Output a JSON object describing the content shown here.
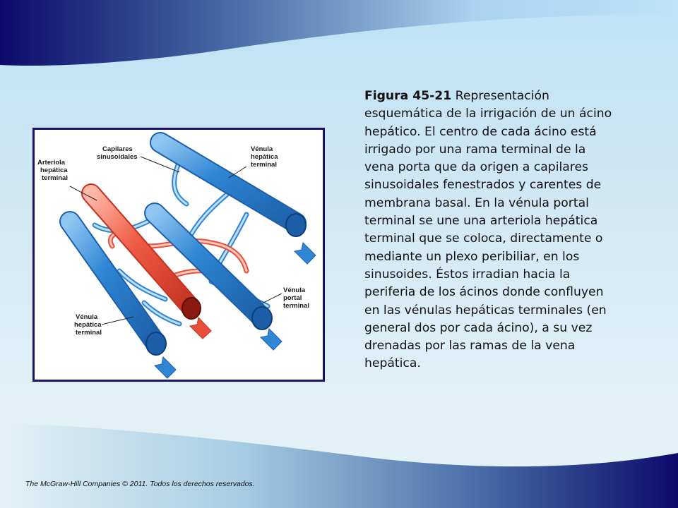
{
  "slide": {
    "caption": {
      "label": "Figura 45-21",
      "text": " Representación esquemática de la irrigación de un ácino hepático. El centro de cada ácino está irrigado por una rama terminal de la vena porta que da origen a capilares sinusoidales fenestrados y carentes de membrana basal. En la vénula portal terminal se une una arteriola hepática terminal que se coloca, directamente o mediante un plexo peribiliar, en los sinusoides. Éstos irradian hacia la periferia de los ácinos donde confluyen en las vénulas hepáticas terminales (en general dos por cada ácino), a su vez drenadas por las ramas de la vena hepática."
    },
    "figure": {
      "labels": {
        "capilares_1": "Capilares",
        "capilares_2": "sinusoidales",
        "arteriola_1": "Arteriola",
        "arteriola_2": "hepática",
        "arteriola_3": "terminal",
        "venula_ht_top_1": "Vénula",
        "venula_ht_top_2": "hepática",
        "venula_ht_top_3": "terminal",
        "venula_portal_1": "Vénula",
        "venula_portal_2": "portal",
        "venula_portal_3": "terminal",
        "venula_ht_bottom_1": "Vénula",
        "venula_ht_bottom_2": "hepática",
        "venula_ht_bottom_3": "terminal"
      },
      "colors": {
        "vein": "#2f86d4",
        "artery": "#e8503a",
        "frame": "#1a1466"
      }
    },
    "footer": "The McGraw-Hill Companies © 2011. Todos los derechos reservados."
  }
}
